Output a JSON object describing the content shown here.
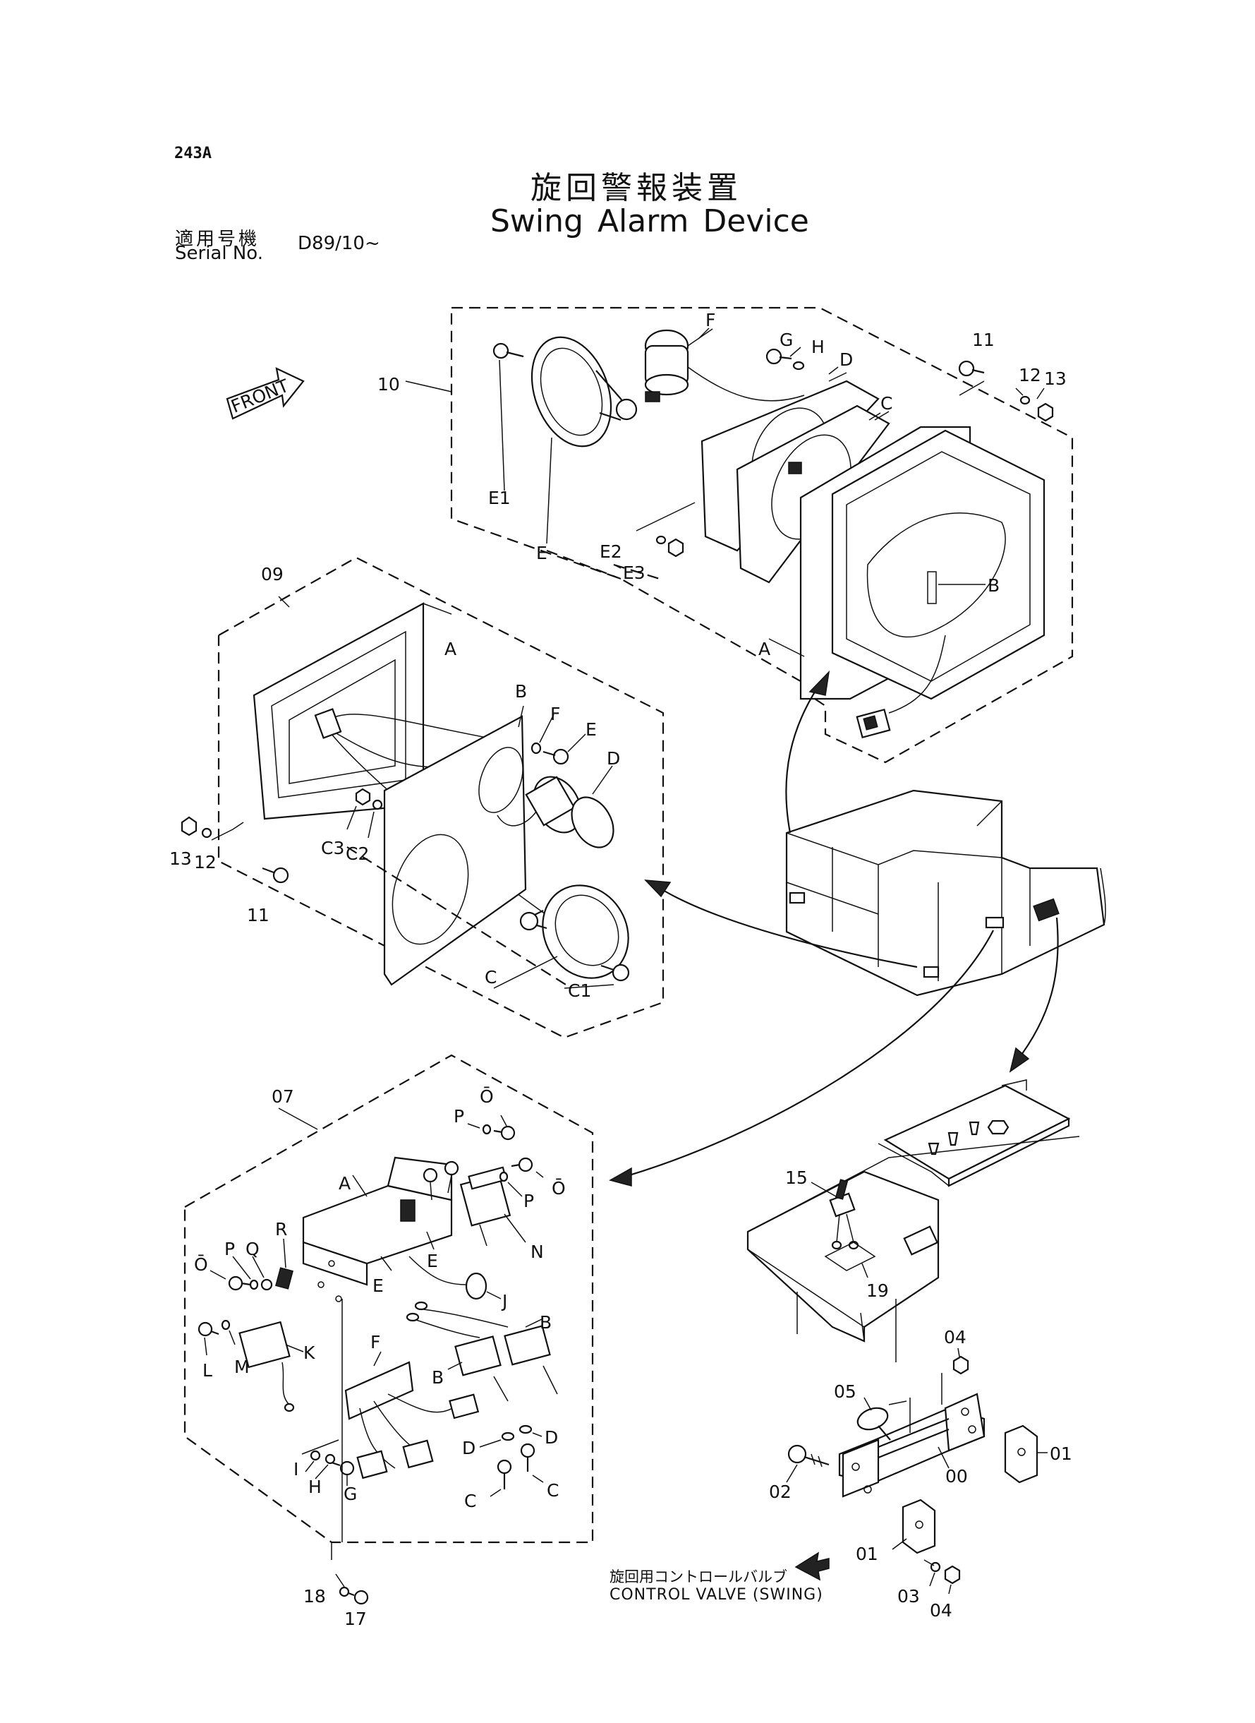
{
  "header": {
    "page_code": "243A",
    "title_jp": "旋回警報装置",
    "title_en": "Swing Alarm Device",
    "serial_label_jp": "適用号機",
    "serial_label_en": "Serial No.",
    "serial_value": "D89/10~"
  },
  "front_marker": "FRONT",
  "groups": {
    "g10": {
      "number": "10",
      "labels": [
        "F",
        "G",
        "H",
        "D",
        "C",
        "11",
        "12",
        "13",
        "E1",
        "E",
        "E2",
        "E3",
        "B",
        "A"
      ]
    },
    "g09": {
      "number": "09",
      "labels": [
        "A",
        "B",
        "F",
        "E",
        "D",
        "13",
        "12",
        "11",
        "C3",
        "C2",
        "C",
        "C1"
      ]
    },
    "g07": {
      "number": "07",
      "labels": [
        "Ō",
        "P",
        "Ō",
        "A",
        "P",
        "R",
        "Ō",
        "P",
        "Q",
        "E",
        "N",
        "E",
        "J",
        "B",
        "L",
        "M",
        "K",
        "F",
        "B",
        "D",
        "D",
        "I",
        "H",
        "G",
        "C",
        "C",
        "18",
        "17"
      ]
    },
    "valve": {
      "labels": [
        "15",
        "19",
        "04",
        "05",
        "01",
        "02",
        "00",
        "01",
        "03",
        "04"
      ]
    }
  },
  "control_valve": {
    "label_jp": "旋回用コントロールバルブ",
    "label_en": "CONTROL VALVE (SWING)"
  }
}
